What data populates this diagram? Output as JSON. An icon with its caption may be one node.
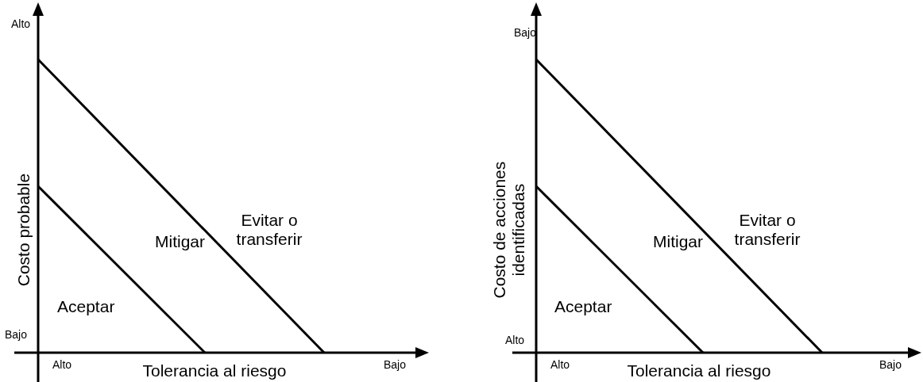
{
  "diagram": {
    "labels": [
      "Alto",
      "Costo probable",
      "Evitar o transferir",
      "Mitigar",
      "Aceptar",
      "Bajo",
      "Alto",
      "Tolerancia al riesgo",
      "Bajo",
      "Bajo",
      "Costo de acciones identificadas",
      "Evitar o transferir",
      "Mitigar",
      "Aceptar",
      "Alto",
      "Alto",
      "Tolerancia al riesgo",
      "Bajo"
    ]
  }
}
